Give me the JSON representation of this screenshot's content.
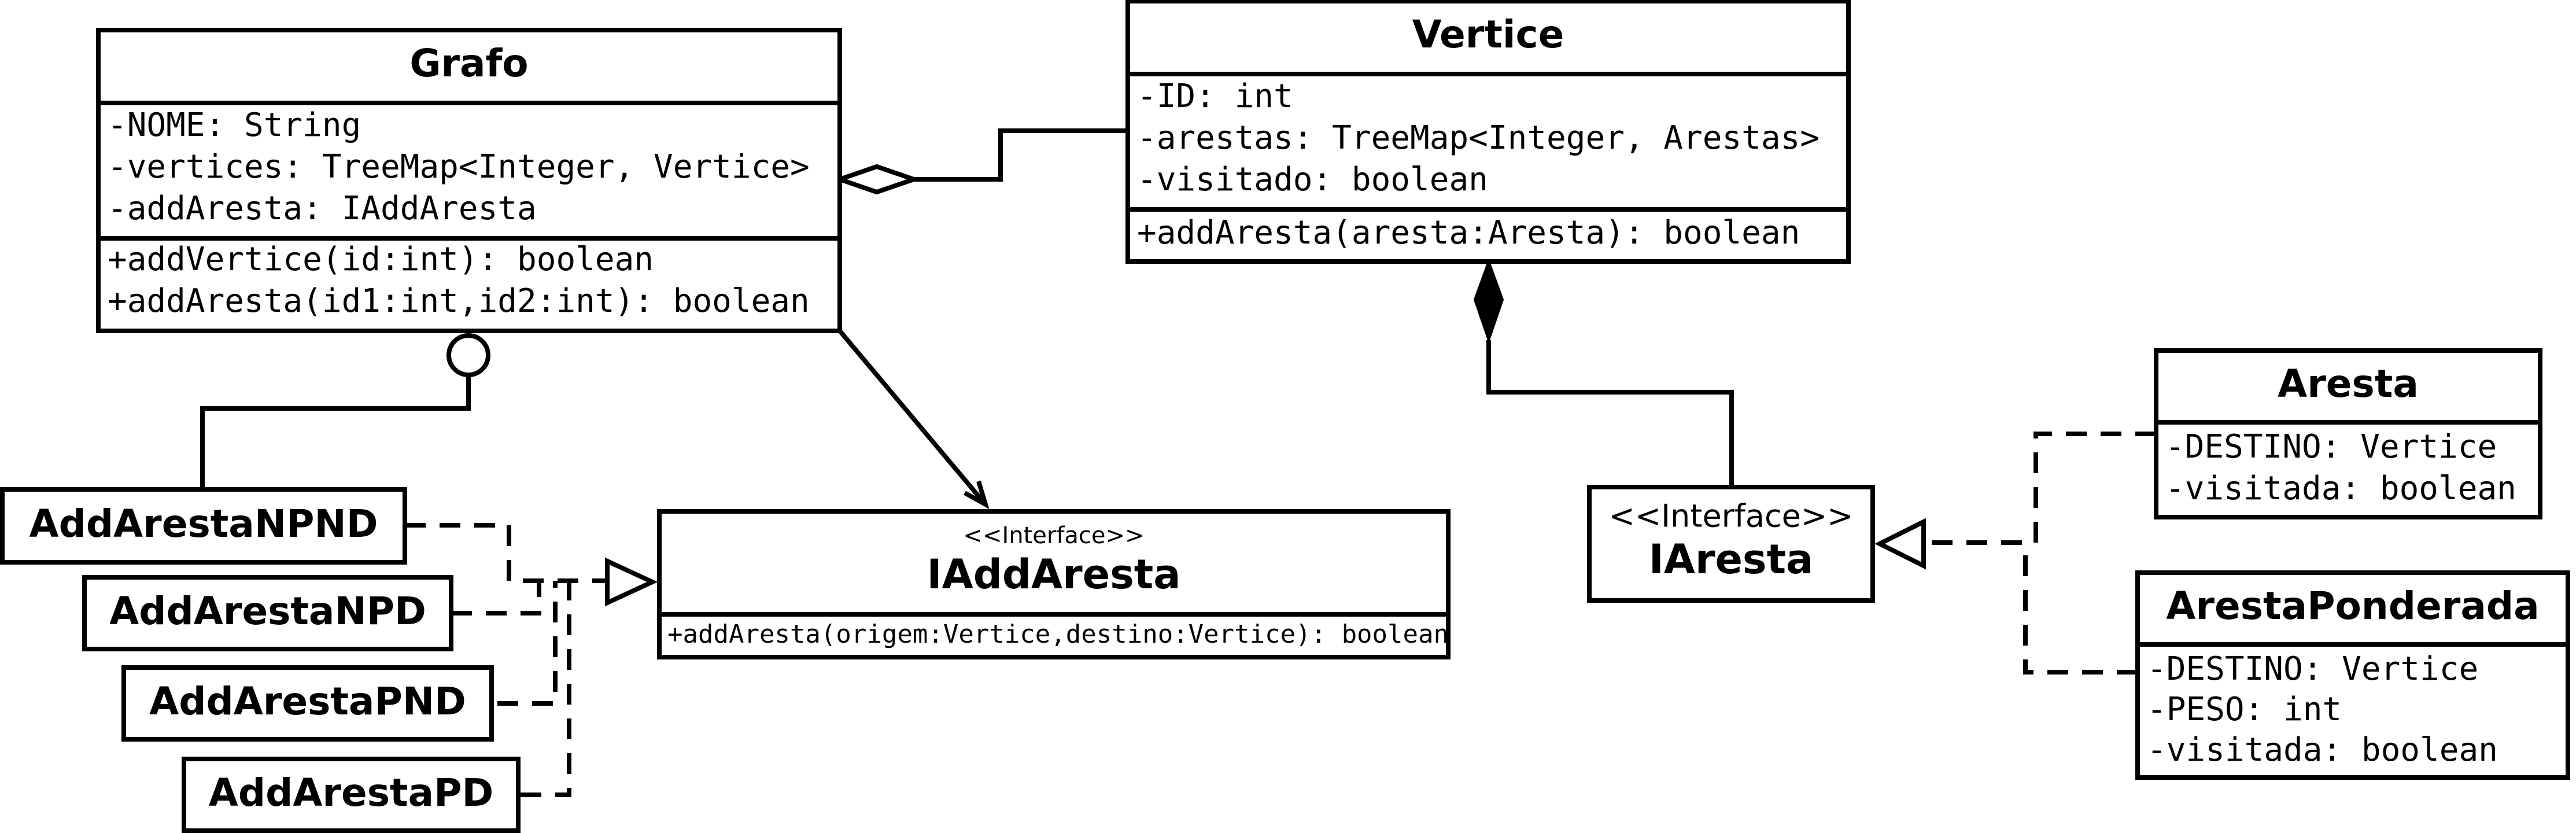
{
  "classes": {
    "grafo": {
      "name": "Grafo",
      "attributes": [
        "-NOME: String",
        "-vertices: TreeMap<Integer, Vertice>",
        "-addAresta: IAddAresta"
      ],
      "methods": [
        "+addVertice(id:int): boolean",
        "+addAresta(id1:int,id2:int): boolean"
      ]
    },
    "vertice": {
      "name": "Vertice",
      "attributes": [
        "-ID: int",
        "-arestas: TreeMap<Integer, Arestas>",
        "-visitado: boolean"
      ],
      "methods": [
        "+addAresta(aresta:Aresta): boolean"
      ]
    },
    "iaddaresta": {
      "stereotype": "<<Interface>>",
      "name": "IAddAresta",
      "methods": [
        "+addAresta(origem:Vertice,destino:Vertice): boolean"
      ]
    },
    "iaresta": {
      "stereotype": "<<Interface>>",
      "name": "IAresta"
    },
    "aresta": {
      "name": "Aresta",
      "attributes": [
        "-DESTINO: Vertice",
        "-visitada: boolean"
      ]
    },
    "arestaponderada": {
      "name": "ArestaPonderada",
      "attributes": [
        "-DESTINO: Vertice",
        "-PESO: int",
        "-visitada: boolean"
      ]
    },
    "addarestanpnd": {
      "name": "AddArestaNPND"
    },
    "addarestanpd": {
      "name": "AddArestaNPD"
    },
    "addarestapnd": {
      "name": "AddArestaPND"
    },
    "addarestapd": {
      "name": "AddArestaPD"
    }
  },
  "relationships": [
    {
      "from": "Grafo",
      "to": "Vertice",
      "kind": "aggregation"
    },
    {
      "from": "Grafo",
      "to": "IAddAresta",
      "kind": "association"
    },
    {
      "from": "Grafo",
      "to": "AddArestaNPND",
      "kind": "interface-socket"
    },
    {
      "from": "Vertice",
      "to": "IAresta",
      "kind": "composition"
    },
    {
      "from": "AddArestaNPND",
      "to": "IAddAresta",
      "kind": "realization"
    },
    {
      "from": "AddArestaNPD",
      "to": "IAddAresta",
      "kind": "realization"
    },
    {
      "from": "AddArestaPND",
      "to": "IAddAresta",
      "kind": "realization"
    },
    {
      "from": "AddArestaPD",
      "to": "IAddAresta",
      "kind": "realization"
    },
    {
      "from": "Aresta",
      "to": "IAresta",
      "kind": "realization"
    },
    {
      "from": "ArestaPonderada",
      "to": "IAresta",
      "kind": "realization"
    }
  ]
}
